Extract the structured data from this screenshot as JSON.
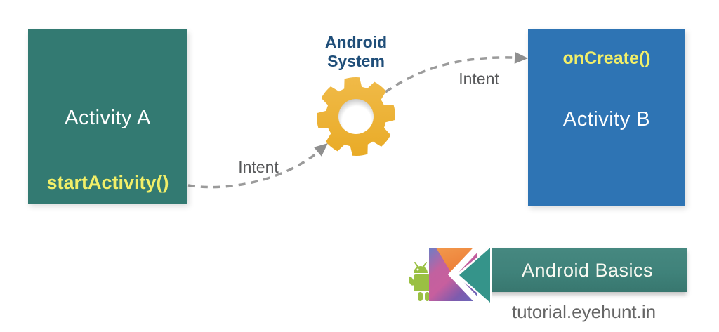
{
  "canvas": {
    "background": "#ffffff"
  },
  "boxes": {
    "activity_a": {
      "title": "Activity A",
      "method": "startActivity()",
      "bg_color": "#337a72",
      "title_color": "#ffffff",
      "method_color": "#f2ef68"
    },
    "activity_b": {
      "title": "Activity B",
      "method": "onCreate()",
      "bg_color": "#2e74b4",
      "title_color": "#ffffff",
      "method_color": "#f2ef68"
    }
  },
  "system": {
    "label_line1": "Android",
    "label_line2": "System",
    "label_color": "#1f4e79",
    "gear_color": "#efb43c"
  },
  "arrows": {
    "intent_label_1": "Intent",
    "intent_label_2": "Intent",
    "label_color": "#57585a",
    "line_color": "#9b9b9b"
  },
  "badge": {
    "title": "Android Basics",
    "url": "tutorial.eyehunt.in",
    "ribbon_color": "#3f827a",
    "triangle_color": "#35948a",
    "robot_color": "#9ac043",
    "kotlin_orange": "#ee8340",
    "kotlin_purple": "#7e5bad",
    "kotlin_pink": "#c75f9e",
    "kotlin_blue": "#6c7ec6"
  }
}
